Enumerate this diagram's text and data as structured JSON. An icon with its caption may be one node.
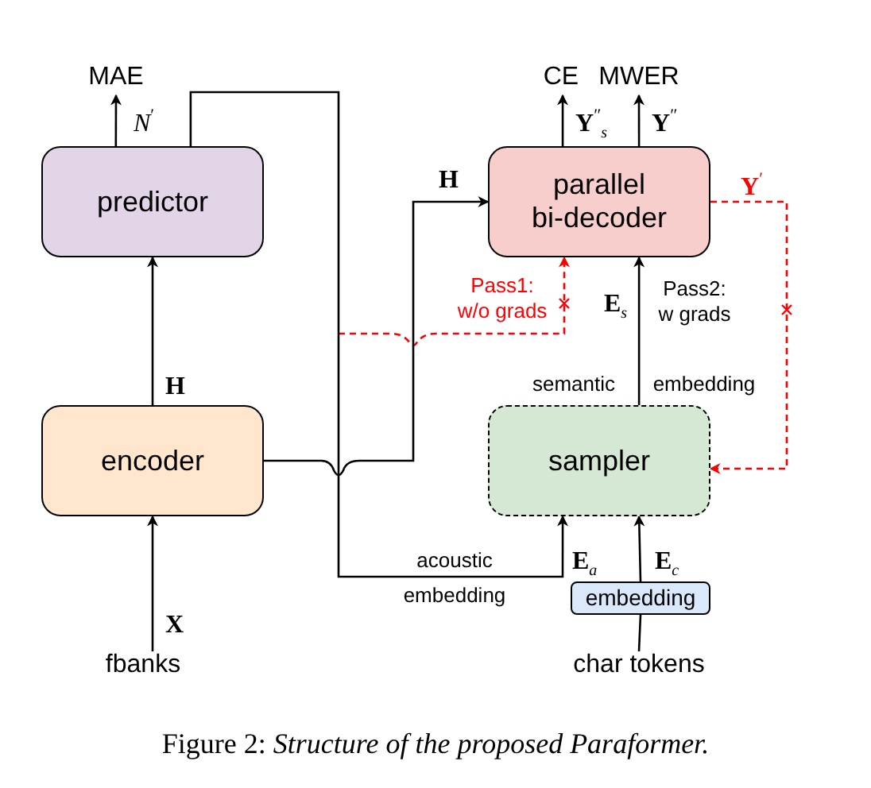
{
  "diagram": {
    "caption": "Figure 2: *Structure of the proposed Paraformer.*",
    "nodes": [
      {
        "text": [
          "MAE"
        ]
      },
      {
        "text": [
          "predictor"
        ]
      },
      {
        "text": [
          "CE"
        ]
      },
      {
        "text": [
          "MWER"
        ]
      },
      {
        "text": [
          "parallel bi-decoder"
        ]
      },
      {
        "text": [
          "encoder"
        ]
      },
      {
        "text": [
          "sampler"
        ]
      },
      {
        "text": [
          "embedding"
        ]
      },
      {
        "text": [
          "fbanks"
        ]
      },
      {
        "text": [
          "char tokens"
        ]
      }
    ],
    "edges": [
      {
        "from": 1,
        "to": 0,
        "arrow": "to",
        "label": "*N*$^{′}$"
      },
      {
        "from": 5,
        "to": 1,
        "arrow": "to",
        "label": "**H**"
      },
      {
        "from": 8,
        "to": 5,
        "arrow": "to",
        "label": "**X**"
      },
      {
        "from": 4,
        "to": 2,
        "arrow": "to",
        "label": "**Y**$^{″}$$_{s}$"
      },
      {
        "from": 4,
        "to": 3,
        "arrow": "to",
        "label": "**Y**$^{″}$"
      },
      {
        "from": 5,
        "to": 4,
        "arrow": "to",
        "label": "**H**"
      },
      {
        "from": 1,
        "to": 6,
        "arrow": "to",
        "label": "**E**$_{a}$"
      },
      {
        "from": 6,
        "to": 4,
        "arrow": "to",
        "label": "**E**$_{s}$"
      },
      {
        "from": null,
        "to": 4,
        "arrow": "to",
        "label": "Pass1: w/o grads",
        "style": "dashed",
        "color": "#ff0000"
      },
      {
        "from": 4,
        "to": 6,
        "arrow": "to",
        "label": "**Y**$^{′}$",
        "style": "dashed",
        "color": "#ff0000"
      },
      {
        "from": 7,
        "to": 6,
        "arrow": "to",
        "label": "**E**$_{c}$"
      },
      {
        "from": 9,
        "to": 7,
        "arrow": "none"
      }
    ],
    "labels": [
      "acoustic embedding",
      "semantic",
      "embedding",
      "Pass2: w grads"
    ]
  }
}
